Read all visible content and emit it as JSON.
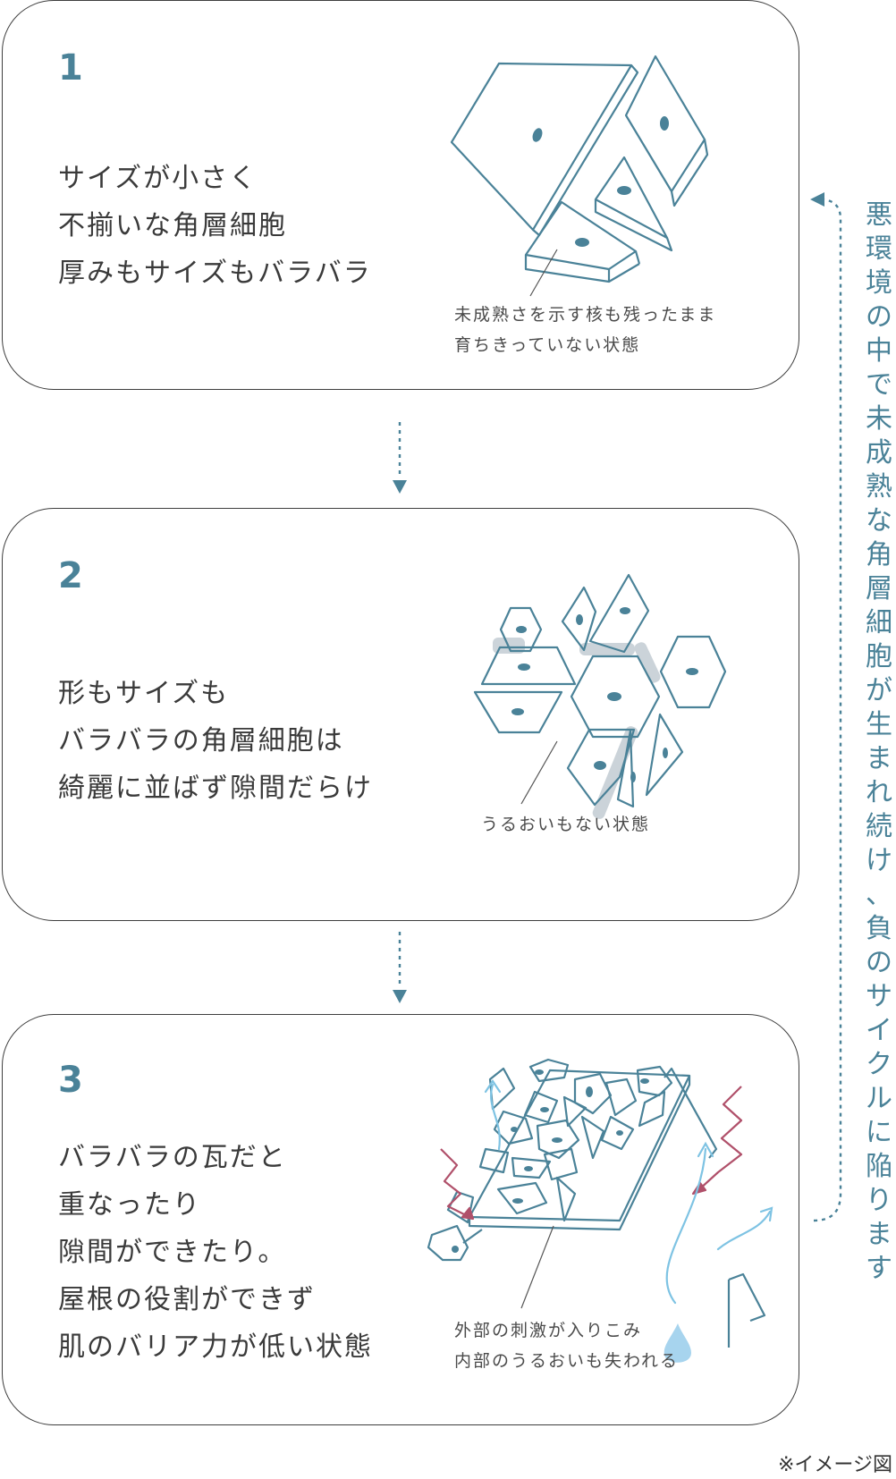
{
  "colors": {
    "accent": "#4a8298",
    "stroke": "#3e3e3e",
    "cell": "#4a8298",
    "warm": "#b0506a",
    "light": "#7ec3e3"
  },
  "steps": [
    {
      "number": "1",
      "lines": [
        "サイズが小さく",
        "不揃いな角層細胞",
        "厚みもサイズもバラバラ"
      ],
      "caption": [
        "未成熟さを示す核も残ったまま",
        "育ちきっていない状態"
      ]
    },
    {
      "number": "2",
      "lines": [
        "形もサイズも",
        "バラバラの角層細胞は",
        "綺麗に並ばず隙間だらけ"
      ],
      "caption": [
        "うるおいもない状態"
      ]
    },
    {
      "number": "3",
      "lines": [
        "バラバラの瓦だと",
        "重なったり",
        "隙間ができたり。",
        "屋根の役割ができず",
        "肌のバリア力が低い状態"
      ],
      "caption": [
        "外部の刺激が入りこみ",
        "内部のうるおいも失われる"
      ]
    }
  ],
  "cycle_text": "悪環境の中で未成熟な角層細胞が生まれ続け、負のサイクルに陥ります",
  "note": "※イメージ図"
}
